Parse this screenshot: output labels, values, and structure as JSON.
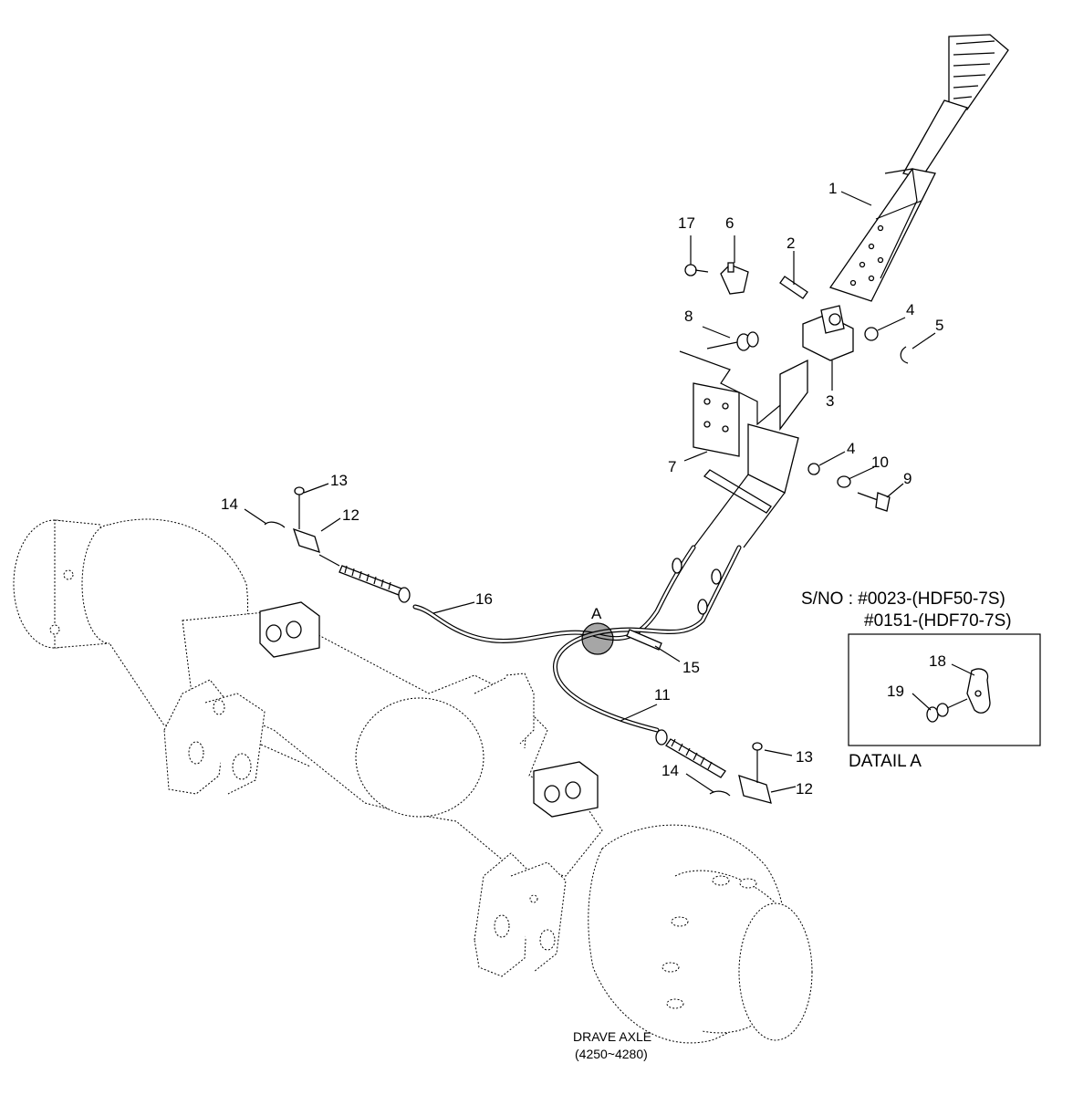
{
  "callouts": {
    "p1": "1",
    "p2": "2",
    "p3": "3",
    "p4a": "4",
    "p4b": "4",
    "p5": "5",
    "p6": "6",
    "p7": "7",
    "p8": "8",
    "p9": "9",
    "p10": "10",
    "p11": "11",
    "p12a": "12",
    "p12b": "12",
    "p13a": "13",
    "p13b": "13",
    "p14a": "14",
    "p14b": "14",
    "p15": "15",
    "p16": "16",
    "p17": "17",
    "p18": "18",
    "p19": "19"
  },
  "detail_marker": "A",
  "serial": {
    "line1": "S/NO : #0023-(HDF50-7S)",
    "line2": "#0151-(HDF70-7S)"
  },
  "detail_caption": "DATAIL A",
  "axle_caption": {
    "line1": "DRAVE AXLE",
    "line2": "(4250~4280)"
  }
}
